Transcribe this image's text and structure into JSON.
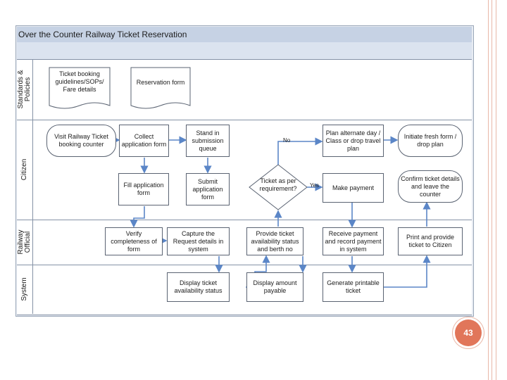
{
  "title": "Over the Counter Railway Ticket Reservation",
  "slide_number": "43",
  "lanes": {
    "standards": "Standards & Policies",
    "citizen": "Citizen",
    "official": "Railway Official",
    "system": "System"
  },
  "nodes": {
    "guidelines": "Ticket booking guidelines/SOPs/ Fare details",
    "reservation_form": "Reservation form",
    "visit": "Visit Railway Ticket booking counter",
    "collect": "Collect application form",
    "stand": "Stand in submission queue",
    "fill": "Fill application form",
    "submit": "Submit application form",
    "decision": "Ticket as per requirement?",
    "plan": "Plan alternate day / Class or drop travel plan",
    "initiate": "Initiate fresh form / drop plan",
    "make_payment": "Make payment",
    "confirm": "Confirm ticket details and leave the counter",
    "verify": "Verify completeness of form",
    "capture": "Capture the Request details in system",
    "provide": "Provide ticket availability status and berth no",
    "receive": "Receive payment and record payment in system",
    "print": "Print and provide ticket to Citizen",
    "display_status": "Display ticket availability status",
    "display_amount": "Display amount payable",
    "generate": "Generate printable ticket"
  },
  "edge_labels": {
    "no": "No",
    "yes": "Yes"
  },
  "colors": {
    "arrow": "#5b86c7",
    "title_bar": "#c6d2e4",
    "frame_bg": "#e8ecf3",
    "slide_number_bg": "#e1765a",
    "rail": "#e9b7a7"
  }
}
